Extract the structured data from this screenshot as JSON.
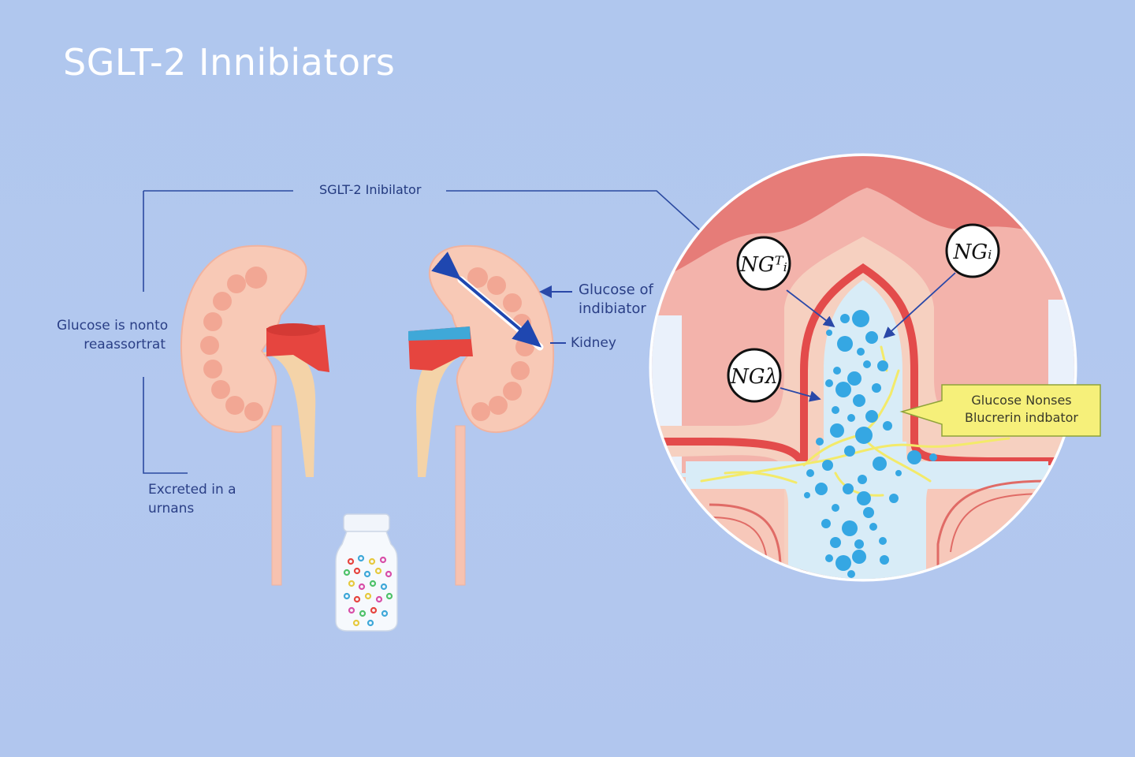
{
  "title": "SGLT-2 Innibiators",
  "labels": {
    "top_callout": "SGLT-2 Inibilator",
    "left_callout": [
      "Glucose is nonto",
      "reaassortrat"
    ],
    "excreted": [
      "Excreted in a",
      "urnans"
    ],
    "glucose_of": [
      "Glucose of",
      "indibiator"
    ],
    "kidney": "Kidney",
    "zoom_callout": [
      "Glucose Nonses",
      "Blucrerin indbator"
    ]
  },
  "transporters": [
    "NGᵀᵢ",
    "NGᵢ",
    "NGλ"
  ],
  "colors": {
    "background": "#b1c6ee",
    "kidney": "#f8c9b6",
    "kidney_spots": "#f2a794",
    "renal_artery": "#e6453f",
    "renal_vein": "#3fa8d8",
    "ureter": "#f4d3a8",
    "arrow_blue": "#1f47b0",
    "tubule_wall": "#e34b4b",
    "lumen": "#d8ecf7",
    "glucose": "#35a7e3",
    "callout_yellow": "#f6f07a"
  },
  "icons": [
    "kidney-left",
    "kidney-right",
    "medicine-bottle",
    "double-arrow-icon",
    "magnifier-circle"
  ]
}
